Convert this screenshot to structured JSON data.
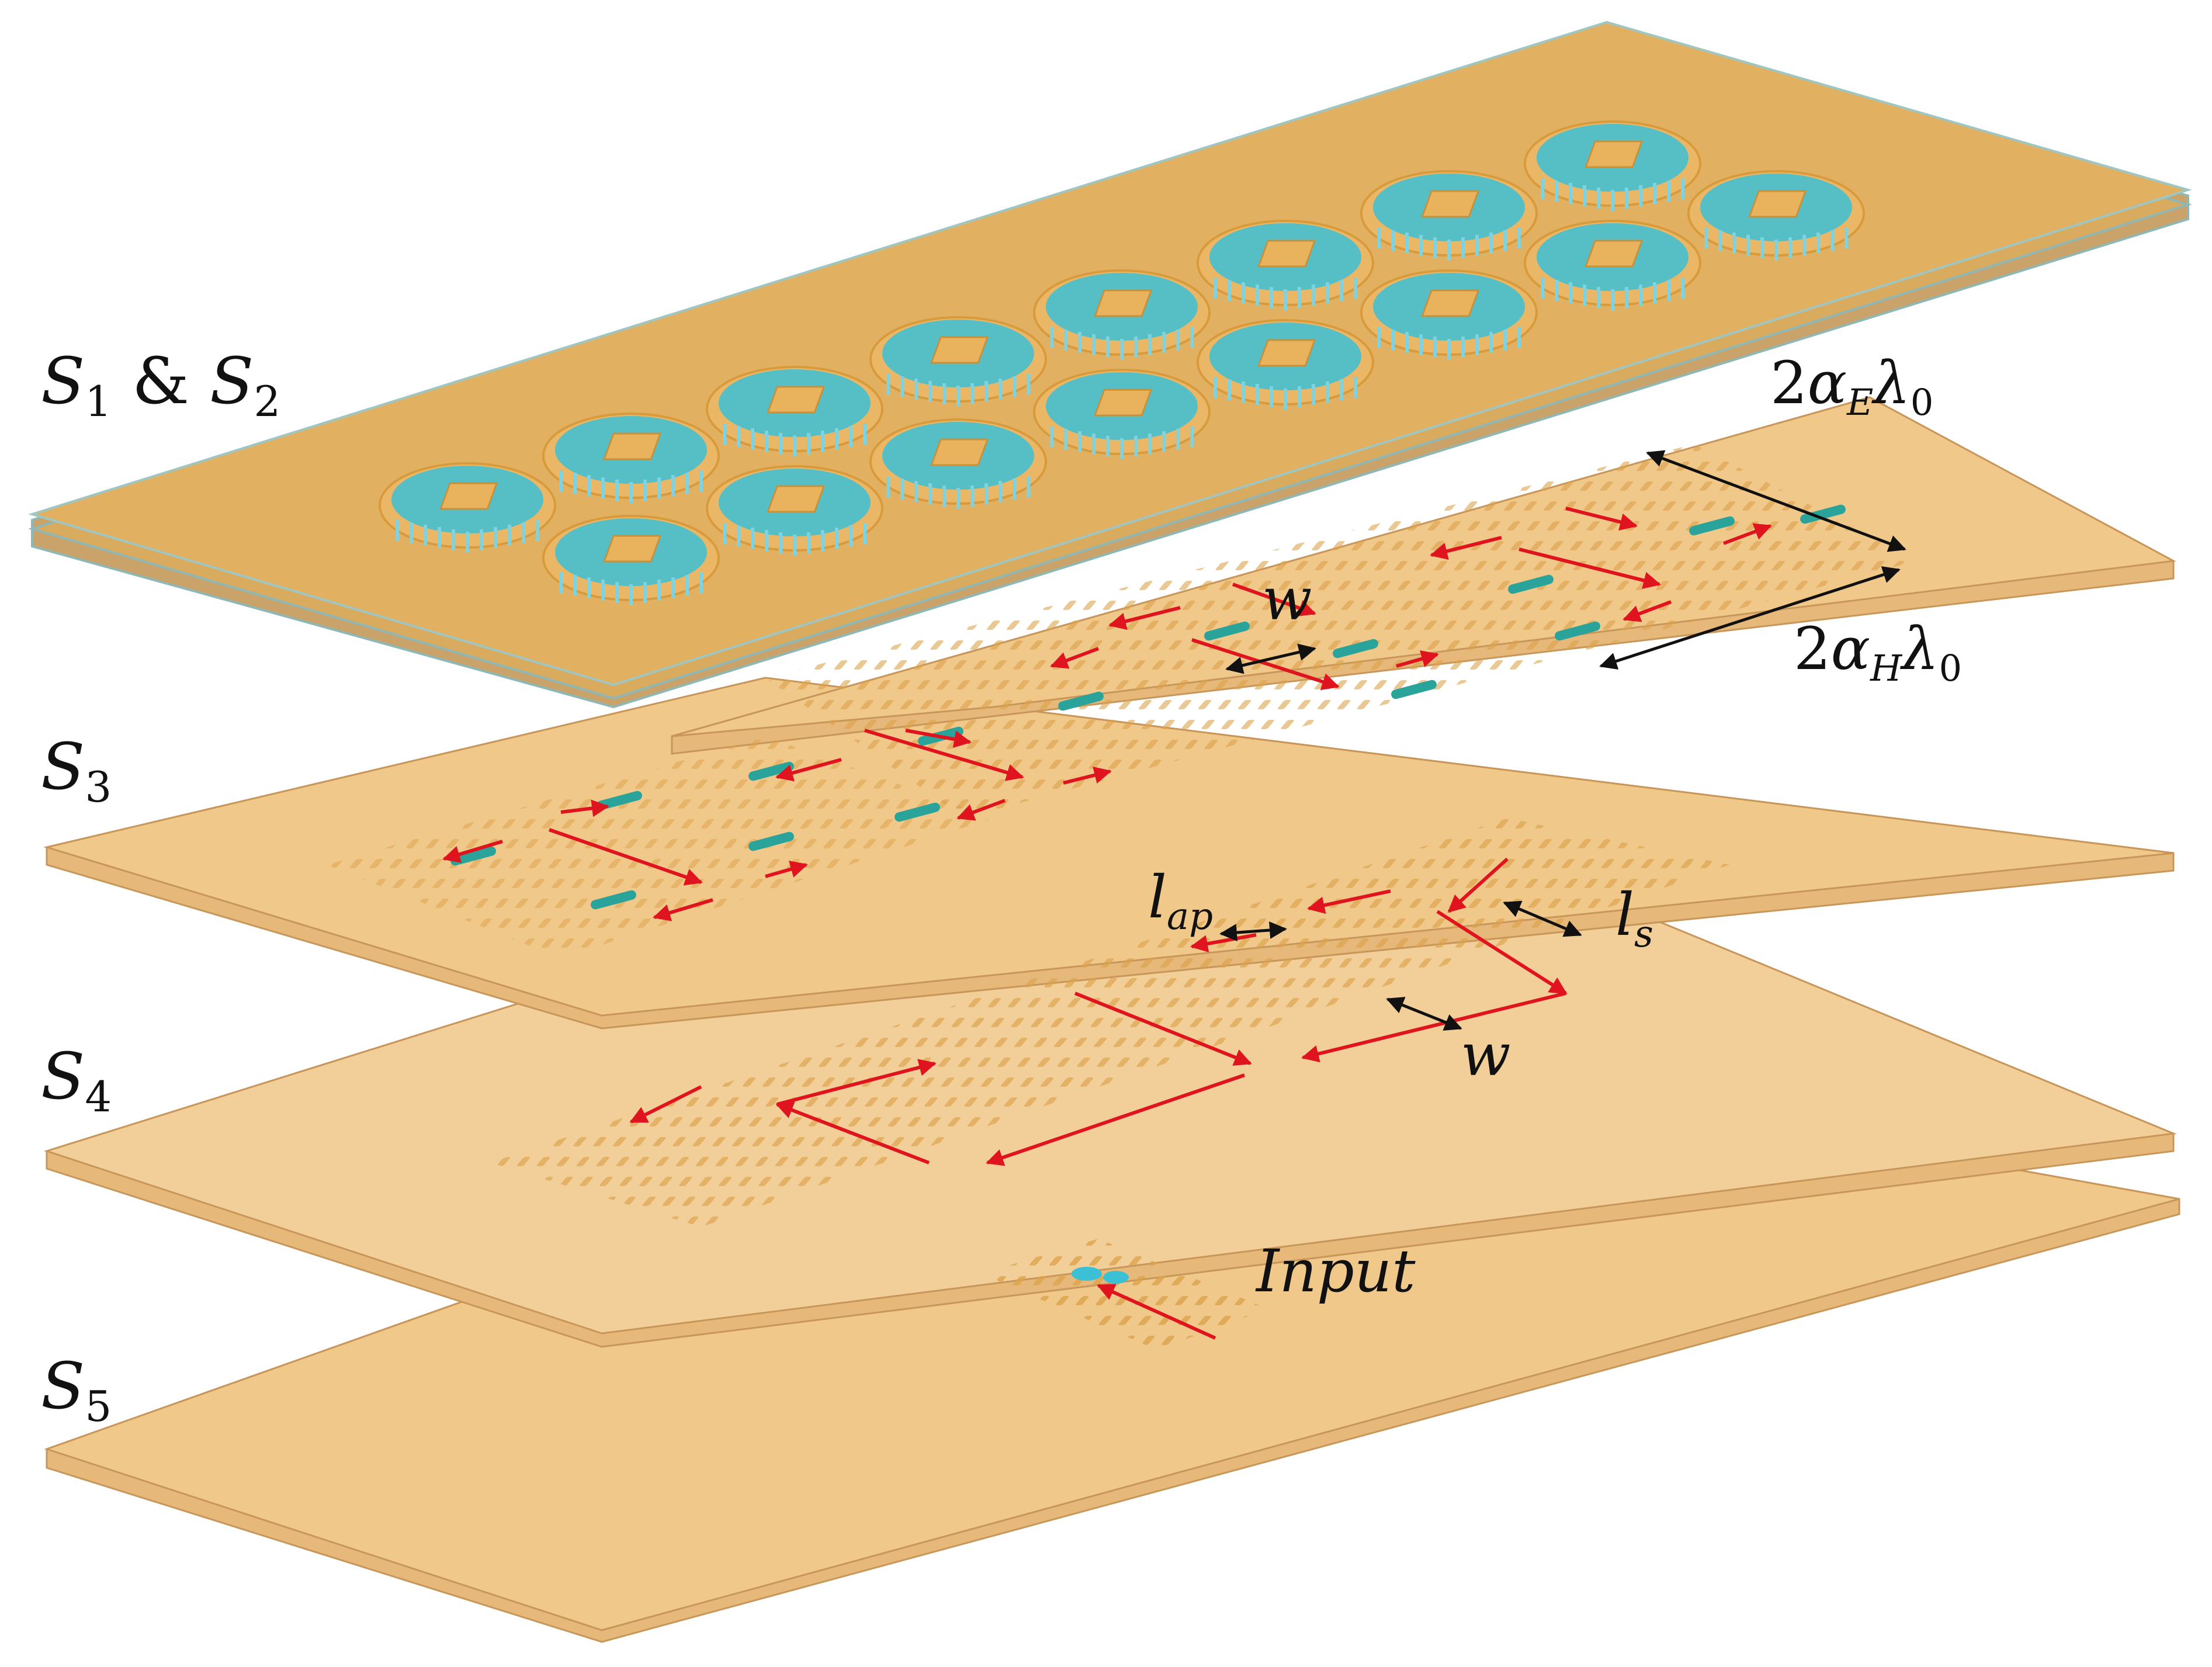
{
  "labels": {
    "s1s2": {
      "main": "S",
      "sub1": "1",
      "amp": " & ",
      "main2": "S",
      "sub2": "2"
    },
    "s3": {
      "main": "S",
      "sub": "3"
    },
    "s4": {
      "main": "S",
      "sub": "4"
    },
    "s5": {
      "main": "S",
      "sub": "5"
    },
    "alpha_e": {
      "coef": "2",
      "alpha": "α",
      "sub": "E",
      "lambda": "λ",
      "sub2": "0"
    },
    "alpha_h": {
      "coef": "2",
      "alpha": "α",
      "sub": "H",
      "lambda": "λ",
      "sub2": "0"
    },
    "w_upper": "w",
    "w_lower": "w",
    "l_ap": {
      "main": "l",
      "sub": "ap"
    },
    "l_s": {
      "main": "l",
      "sub": "s"
    },
    "input": "Input"
  },
  "colors": {
    "substrate": "#f0c88a",
    "substrate_top": "#e7b35e",
    "substrate_edge": "#c9965a",
    "glass_edge": "#8fb7b5",
    "via": "#e0a84c",
    "cavity": "#3cc0d6",
    "slot": "#2aa39a",
    "current_arrow": "#e0141e",
    "dimension_arrow": "#111111"
  }
}
